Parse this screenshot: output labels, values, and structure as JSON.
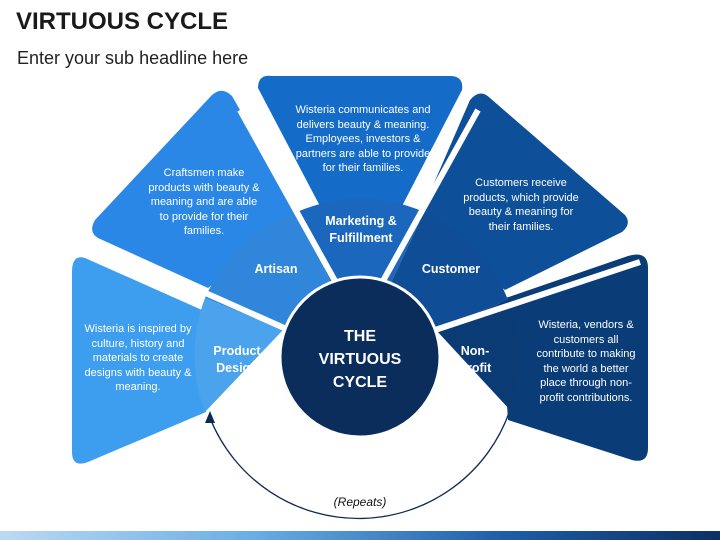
{
  "header": {
    "title": "VIRTUOUS CYCLE",
    "subtitle": "Enter your sub headline here"
  },
  "center": {
    "line1": "THE",
    "line2": "VIRTUOUS",
    "line3": "CYCLE"
  },
  "repeat_label": "(Repeats)",
  "segments": [
    {
      "label_line1": "Product",
      "label_line2": "Design",
      "description": "Wisteria is inspired by culture, history and materials to create designs with beauty & meaning.",
      "color": "#3d9ef0"
    },
    {
      "label_line1": "Artisan",
      "label_line2": "",
      "description": "Craftsmen make products with beauty & meaning and are able to provide for their families.",
      "color": "#2a87e6"
    },
    {
      "label_line1": "Marketing &",
      "label_line2": "Fulfillment",
      "description": "Wisteria communicates and delivers beauty & meaning. Employees, investors & partners are able to provide for their families.",
      "color": "#156cc8"
    },
    {
      "label_line1": "Customer",
      "label_line2": "",
      "description": "Customers receive products, which provide beauty & meaning for their families.",
      "color": "#0d4f98"
    },
    {
      "label_line1": "Non-",
      "label_line2": "Profit",
      "description": "Wisteria, vendors & customers all contribute to making the world a better place through non-profit contributions.",
      "color": "#0a3d78"
    }
  ],
  "colors": {
    "center_circle": "#0b2d5c",
    "inner_ring": [
      "#4aa3ec",
      "#2f86da",
      "#1a67bd",
      "#0f4d96",
      "#0b3b75"
    ],
    "arrow": "#0c2a55"
  }
}
